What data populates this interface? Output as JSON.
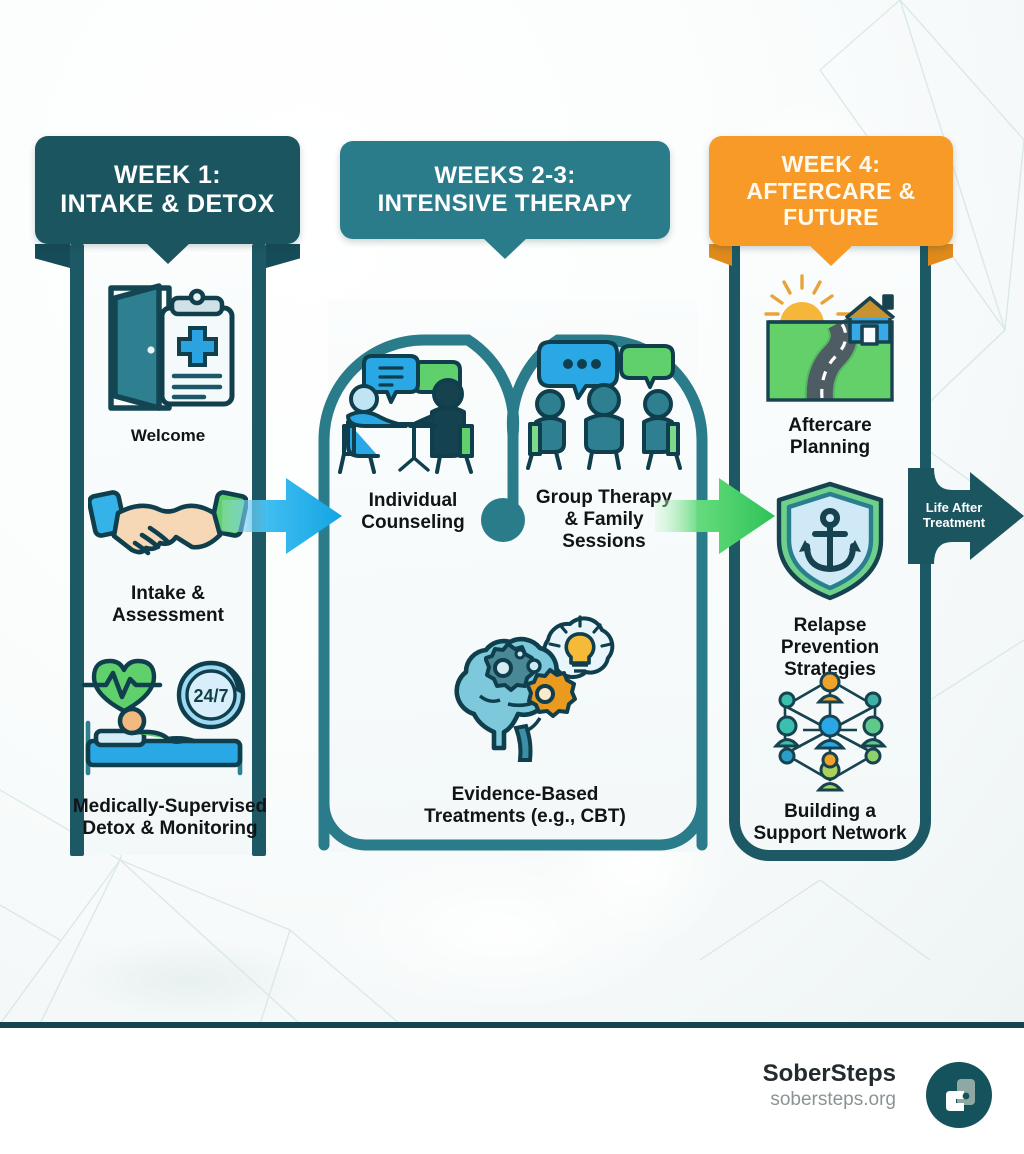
{
  "theme": {
    "dark_teal": "#1a5560",
    "mid_teal": "#2b7c8a",
    "orange": "#f79a28",
    "arrow_blue": "#29abe8",
    "arrow_green": "#4cd964",
    "text_dark": "#111416",
    "footer_line": "#14444f",
    "background": "#f2f7f7"
  },
  "phases": [
    {
      "id": "week1",
      "banner_lines": [
        "WEEK 1:",
        "INTAKE & DETOX"
      ],
      "banner_color": "#1a5560",
      "items": [
        {
          "label": "Welcome",
          "icon": "open-door-clipboard-icon",
          "label_position": "above"
        },
        {
          "label": "Intake &\nAssessment",
          "icon": "handshake-icon",
          "label_position": "below"
        },
        {
          "label": "Medically-Supervised\nDetox & Monitoring",
          "icon": "hospital-bed-24-7-icon",
          "label_position": "below"
        }
      ]
    },
    {
      "id": "weeks23",
      "banner_lines": [
        "WEEKS 2-3:",
        "INTENSIVE THERAPY"
      ],
      "banner_color": "#2b7c8a",
      "items": [
        {
          "label": "Individual\nCounseling",
          "icon": "two-people-table-talk-icon",
          "label_position": "below"
        },
        {
          "label": "Group Therapy\n& Family\nSessions",
          "icon": "group-circle-talk-icon",
          "label_position": "below"
        },
        {
          "label": "Evidence-Based\nTreatments (e.g., CBT)",
          "icon": "brain-gears-lightbulb-icon",
          "label_position": "below"
        }
      ]
    },
    {
      "id": "week4",
      "banner_lines": [
        "WEEK 4:",
        "AFTERCARE &",
        "FUTURE"
      ],
      "banner_color": "#f79a28",
      "items": [
        {
          "label": "Aftercare\nPlanning",
          "icon": "road-sunrise-house-icon",
          "label_position": "below"
        },
        {
          "label": "Relapse\nPrevention\nStrategies",
          "icon": "shield-anchor-icon",
          "label_position": "below"
        },
        {
          "label": "Building a\nSupport Network",
          "icon": "support-network-icon",
          "label_position": "below"
        }
      ]
    }
  ],
  "connectors": [
    {
      "id": "arrow-1-2",
      "color": "#29abe8",
      "label": ""
    },
    {
      "id": "arrow-2-3",
      "color": "#4cd964",
      "label": ""
    },
    {
      "id": "arrow-exit",
      "color": "#1a5560",
      "label": "Life After\nTreatment"
    }
  ],
  "footer": {
    "brand_name": "SoberSteps",
    "brand_url": "sobersteps.org",
    "logo_icon": "sobersteps-mark-icon"
  }
}
